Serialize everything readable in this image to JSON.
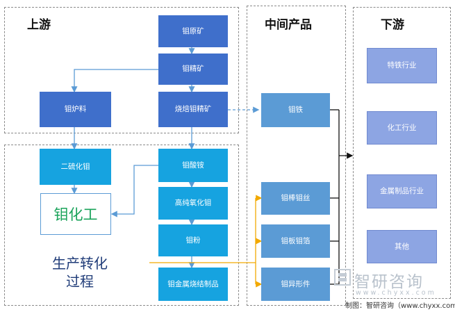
{
  "sections": {
    "upstream_title": "上游",
    "midstream_title": "中间产品",
    "downstream_title": "下游"
  },
  "upstream": {
    "ore": "钼原矿",
    "concentrate": "钼精矿",
    "furnace_charge": "钼炉料",
    "roasted": "烧焙钼精矿"
  },
  "processing": {
    "mos2": "二硫化钼",
    "ammonium": "钼酸铵",
    "moo3": "高纯氧化钼",
    "powder": "钼粉",
    "sintered": "钼金属烧结制品",
    "chem_label": "钼化工",
    "caption": "生产转化\n过程"
  },
  "middle": {
    "ferromoly": "钼铁",
    "rod_wire": "钼棒钼丝",
    "plate_foil": "钼板钼箔",
    "shaped": "钼异形件"
  },
  "downstream": {
    "items": [
      "特铁行业",
      "化工行业",
      "金属制品行业",
      "其他"
    ]
  },
  "watermark": {
    "brand": "智研咨询",
    "url": "www.chyxx.com"
  },
  "credit": "制图：智研咨询（www.chyxx.com）",
  "colors": {
    "dark_box": "#3f6fcb",
    "cyan_box": "#16a3e0",
    "mid_box": "#5b9bd5",
    "industry_box": "#8da5e3",
    "connector_blue": "#5b9bd5",
    "connector_orange": "#f2a900",
    "chem_text": "#1aa35a"
  }
}
